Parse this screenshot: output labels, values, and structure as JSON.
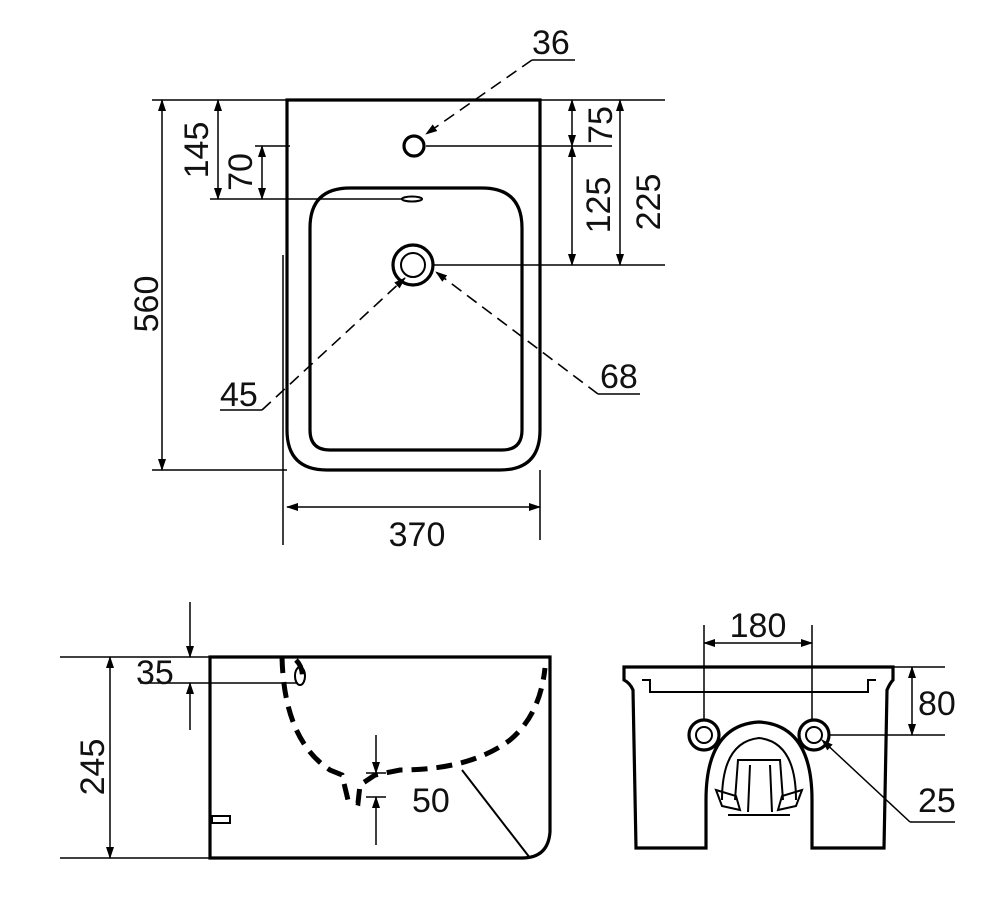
{
  "colors": {
    "line": "#000000",
    "background": "#ffffff"
  },
  "dimensions": {
    "d36": "36",
    "d75": "75",
    "d145": "145",
    "d70": "70",
    "d125": "125",
    "d225": "225",
    "d560": "560",
    "d68": "68",
    "d45": "45",
    "d370": "370",
    "d35": "35",
    "d245": "245",
    "d50": "50",
    "d180": "180",
    "d80": "80",
    "d25": "25"
  }
}
